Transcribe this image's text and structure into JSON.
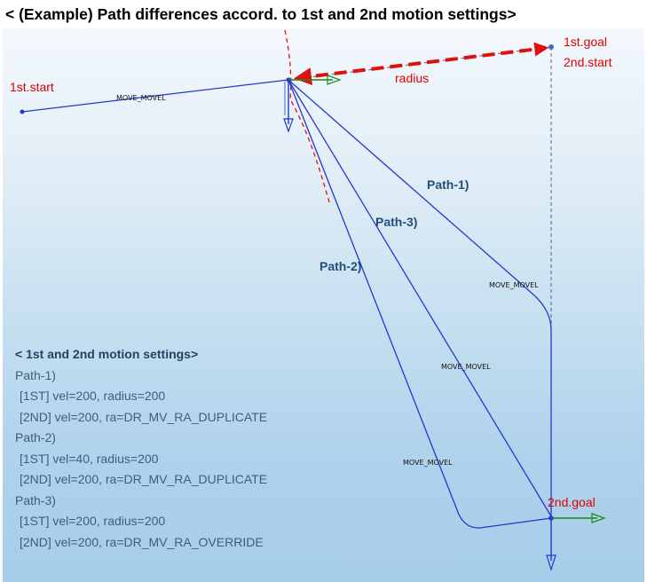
{
  "title": "< (Example) Path differences accord. to 1st and 2nd motion settings>",
  "labels": {
    "first_start": "1st.start",
    "first_goal": "1st.goal",
    "second_start": "2nd.start",
    "second_goal": "2nd.goal",
    "radius": "radius",
    "path1": "Path-1)",
    "path2": "Path-2)",
    "path3": "Path-3)",
    "movel_tag": "MOVE_MOVEL"
  },
  "settings": {
    "heading": "< 1st and 2nd motion settings>",
    "paths": [
      {
        "name": "Path-1)",
        "first": "[1ST]   vel=200,  radius=200",
        "second": "[2ND]  vel=200, ra=DR_MV_RA_DUPLICATE"
      },
      {
        "name": "Path-2)",
        "first": "[1ST]   vel=40, radius=200",
        "second": "[2ND]  vel=200, ra=DR_MV_RA_DUPLICATE"
      },
      {
        "name": "Path-3)",
        "first": "[1ST]  vel=200, radius=200",
        "second": "[2ND]  vel=200, ra=DR_MV_RA_OVERRIDE"
      }
    ]
  },
  "colors": {
    "path_line": "#2438d0",
    "radius_arrow": "#e01010",
    "axis_x": "#1a8a1a",
    "axis_y": "#1a3ad0",
    "label_red": "#e00000"
  }
}
